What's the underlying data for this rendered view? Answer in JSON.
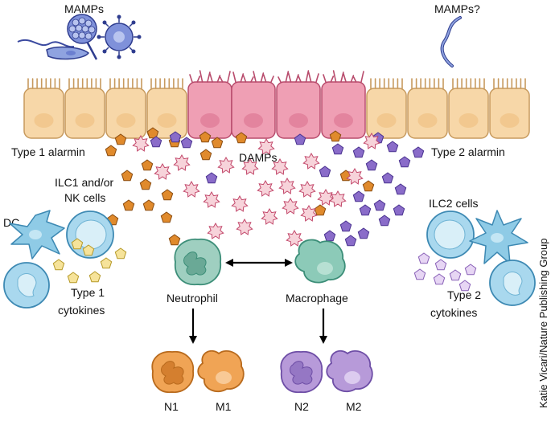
{
  "labels": {
    "mamps_left": "MAMPs",
    "mamps_right": "MAMPs?",
    "type1_alarmin": "Type 1 alarmin",
    "damps": "DAMPs",
    "type2_alarmin": "Type 2 alarmin",
    "ilc1_line1": "ILC1 and/or",
    "ilc1_line2": "NK cells",
    "ilc2": "ILC2 cells",
    "dc": "DC",
    "type1_cyt_line1": "Type 1",
    "type1_cyt_line2": "cytokines",
    "type2_cyt_line1": "Type 2",
    "type2_cyt_line2": "cytokines",
    "neutrophil": "Neutrophil",
    "macrophage": "Macrophage",
    "n1": "N1",
    "m1": "M1",
    "n2": "N2",
    "m2": "M2"
  },
  "credit": "Katie Vicari/Nature Publishing Group",
  "colors": {
    "epithelium": "#f7d7a8",
    "epithelium_stroke": "#c79a5e",
    "damaged_epithelium": "#ef9fb4",
    "damaged_stroke": "#b84b6c",
    "type1_alarmin": "#e08a2c",
    "type2_alarmin": "#8a6cc9",
    "damp_fill": "#f7d3da",
    "damp_stroke": "#c2476a",
    "type1_cytokine": "#f6e39a",
    "type2_cytokine": "#e7d6f4",
    "immune_cell": "#a9d8ee",
    "neutrophil": "#9fcfc0",
    "macrophage": "#8ccab8",
    "polarized_1": "#f0a455",
    "polarized_2": "#b79ad9",
    "microbe": "#5566b8"
  },
  "icons": [
    "bacterium-icon",
    "fungus-icon",
    "virus-icon",
    "flagellate-icon",
    "dendritic-cell-icon",
    "lymphocyte-icon",
    "double-arrow-icon",
    "down-arrow-icon"
  ]
}
